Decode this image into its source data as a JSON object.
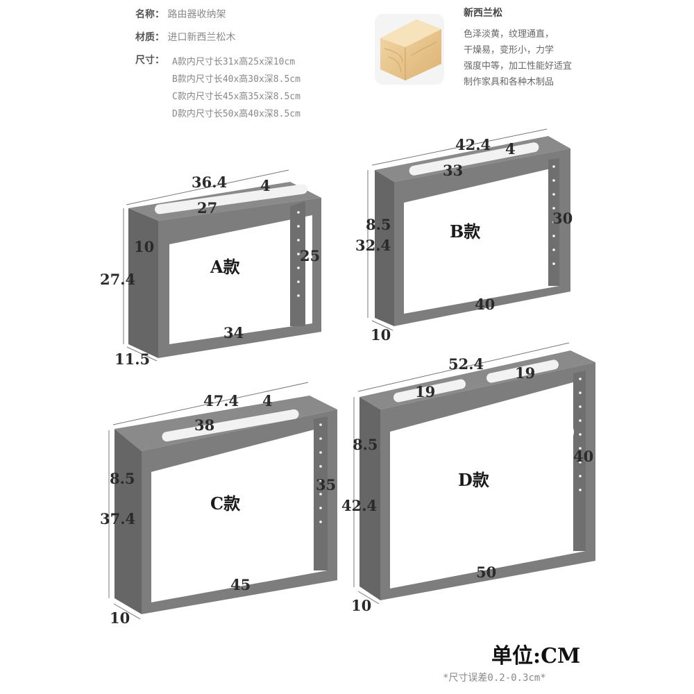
{
  "info": {
    "name_label": "名称：",
    "name_value": "路由器收纳架",
    "material_label": "材质：",
    "material_value": "进口新西兰松木",
    "size_label": "尺寸：",
    "sizes": [
      "A款内尺寸长31x高25x深10cm",
      "B款内尺寸长40x高30x深8.5cm",
      "C款内尺寸长45x高35x深8.5cm",
      "D款内尺寸长50x高40x深8.5cm"
    ]
  },
  "wood": {
    "title": "新西兰松",
    "lines": [
      "色泽淡黄，纹理通直，",
      "干燥易，变形小，力学",
      "强度中等，加工性能好适宜",
      "制作家具和各种木制品"
    ]
  },
  "colors": {
    "frame": "#7d7d7d",
    "frame_dark": "#5e5e5e",
    "frame_light": "#9a9a9a",
    "wood": "#e9c892"
  },
  "racks": [
    {
      "model": "A款",
      "dims": {
        "top_outer": "36.4",
        "slot_width": "4",
        "slot_length": "27",
        "depth_side": "10",
        "outer_height": "27.4",
        "inner_height": "25",
        "inner_width": "34",
        "depth": "11.5"
      }
    },
    {
      "model": "B款",
      "dims": {
        "top_outer": "42.4",
        "slot_width": "4",
        "slot_length": "33",
        "depth_side": "8.5",
        "outer_height": "32.4",
        "inner_height": "30",
        "inner_width": "40",
        "depth": "10"
      }
    },
    {
      "model": "C款",
      "dims": {
        "top_outer": "47.4",
        "slot_width": "4",
        "slot_length": "38",
        "depth_side": "8.5",
        "outer_height": "37.4",
        "inner_height": "35",
        "inner_width": "45",
        "depth": "10"
      }
    },
    {
      "model": "D款",
      "dims": {
        "top_outer": "52.4",
        "slot_left": "19",
        "slot_right": "19",
        "depth_side": "8.5",
        "outer_height": "42.4",
        "inner_height": "40",
        "inner_width": "50",
        "depth": "10"
      }
    }
  ],
  "unit": "单位:CM",
  "tolerance": "*尺寸误差0.2-0.3cm*"
}
